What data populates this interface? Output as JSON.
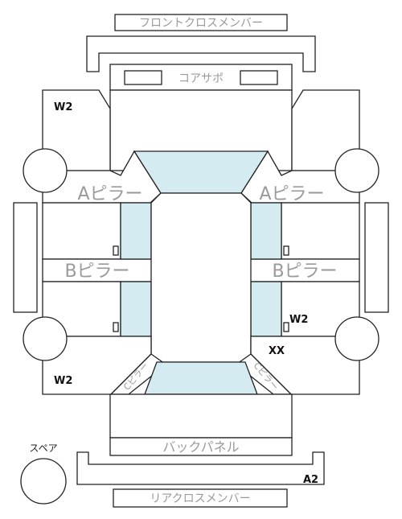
{
  "labels": {
    "front_cross_member": "フロントクロスメンバー",
    "core_support": "コアサポ",
    "a_pillar_left": "Aピラー",
    "a_pillar_right": "Aピラー",
    "b_pillar_left": "Bピラー",
    "b_pillar_right": "Bピラー",
    "c_pillar_left": "Cピラー",
    "c_pillar_right": "Cピラー",
    "back_panel": "バックパネル",
    "rear_cross_member": "リアクロスメンバー",
    "spare": "スペア"
  },
  "marks": {
    "front_left": "W2",
    "rear_left": "W2",
    "rear_right_door": "W2",
    "rear_right": "XX",
    "rear_cross": "A2"
  },
  "colors": {
    "glass": "#d4ebf2",
    "outline": "#222222",
    "label_gray": "#9a9a9a"
  }
}
